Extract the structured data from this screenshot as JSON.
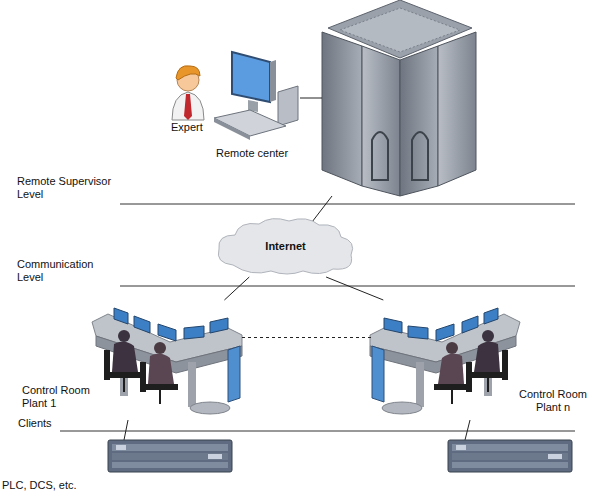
{
  "diagram": {
    "nodes": [
      {
        "text": [
          "Internet"
        ]
      },
      {
        "text": [
          "Control Room Plant 1"
        ]
      },
      {
        "text": [
          "Control Room Plant n"
        ]
      }
    ],
    "edges": [
      {
        "from": 0,
        "to": 1,
        "arrow": "none"
      },
      {
        "from": 0,
        "to": 2,
        "arrow": "none"
      },
      {
        "from": 1,
        "to": 2,
        "arrow": "none"
      }
    ],
    "labels": [
      "Expert",
      "Remote center",
      "Remote Supervisor Level",
      "Communication Level",
      "Clients",
      "PLC, DCS, etc."
    ]
  }
}
